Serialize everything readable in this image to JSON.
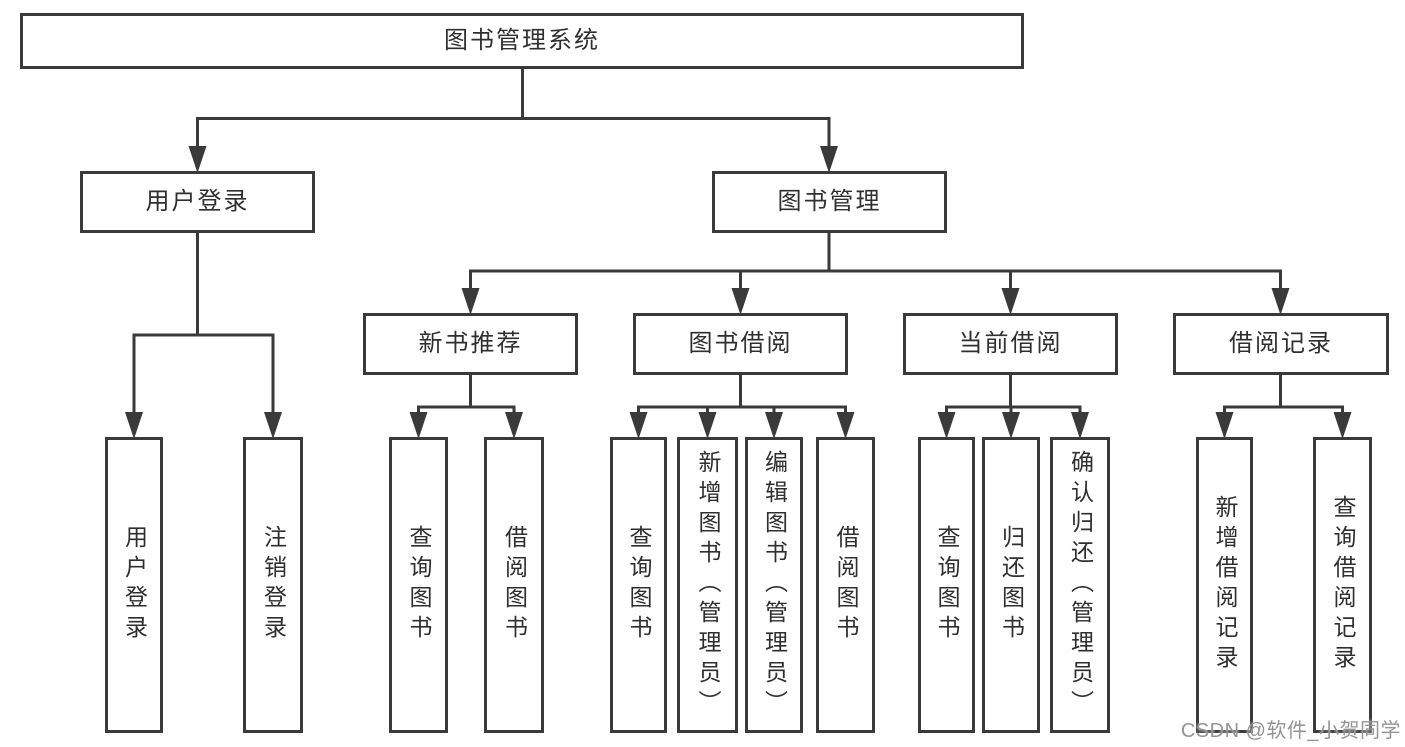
{
  "tree": {
    "label": "图书管理系统",
    "children": [
      {
        "label": "用户登录",
        "children": [
          {
            "label": "用户登录"
          },
          {
            "label": "注销登录"
          }
        ]
      },
      {
        "label": "图书管理",
        "children": [
          {
            "label": "新书推荐",
            "children": [
              {
                "label": "查询图书"
              },
              {
                "label": "借阅图书"
              }
            ]
          },
          {
            "label": "图书借阅",
            "children": [
              {
                "label": "查询图书"
              },
              {
                "label": "新增图书（管理员）"
              },
              {
                "label": "编辑图书（管理员）"
              },
              {
                "label": "借阅图书"
              }
            ]
          },
          {
            "label": "当前借阅",
            "children": [
              {
                "label": "查询图书"
              },
              {
                "label": "归还图书"
              },
              {
                "label": "确认归还（管理员）"
              }
            ]
          },
          {
            "label": "借阅记录",
            "children": [
              {
                "label": "新增借阅记录"
              },
              {
                "label": "查询借阅记录"
              }
            ]
          }
        ]
      }
    ]
  },
  "watermark": {
    "text": "CSDN @软件_小贺同学"
  },
  "colors": {
    "line": "#3a3a3a",
    "text": "#2f2f2f",
    "box_background": "#ffffff",
    "page_background": "#ffffff",
    "watermark": "#949494"
  }
}
